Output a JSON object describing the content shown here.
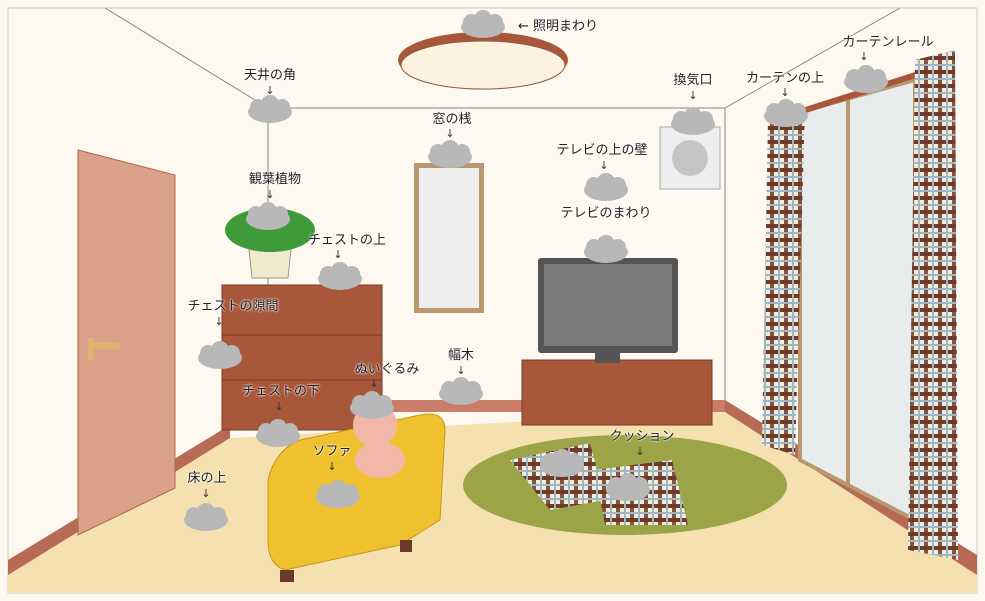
{
  "labels": {
    "lighting": "← 照明まわり",
    "ceiling_corner": "天井の角",
    "window_frame": "窓の桟",
    "vent": "換気口",
    "curtain_top": "カーテンの上",
    "curtain_rail": "カーテンレール",
    "wall_above_tv": "テレビの上の壁",
    "around_tv": "テレビのまわり",
    "plant": "観葉植物",
    "chest_top": "チェストの上",
    "chest_gap": "チェストの隙間",
    "baseboard": "幅木",
    "plush_toy": "ぬいぐるみ",
    "under_chest": "チェストの下",
    "sofa": "ソファ",
    "floor": "床の上",
    "cushion": "クッション"
  },
  "arrow": "↓",
  "colors": {
    "wall": "#fdf9f1",
    "floor": "#f5e0b0",
    "dust": "#b5b5b5",
    "wood": "#a9573a",
    "sofa": "#efc12e",
    "rug": "#9ba447",
    "door": "#dba08a"
  }
}
